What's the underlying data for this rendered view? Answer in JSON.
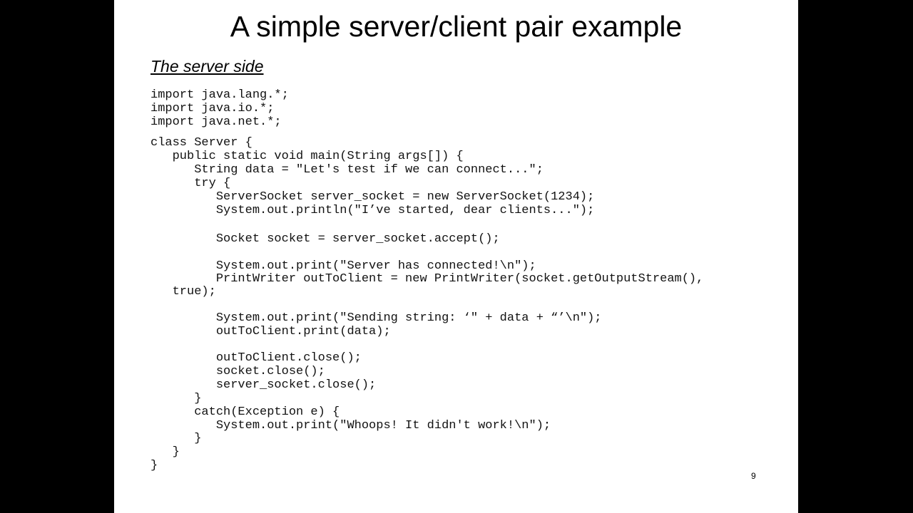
{
  "slide": {
    "title": "A simple server/client pair example",
    "subtitle": "The server side",
    "page_number": "9",
    "code_lines": [
      "import java.lang.*;",
      "import java.io.*;",
      "import java.net.*;",
      "class Server {",
      "   public static void main(String args[]) {",
      "      String data = \"Let's test if we can connect...\";",
      "      try {",
      "         ServerSocket server_socket = new ServerSocket(1234);",
      "         System.out.println(\"I’ve started, dear clients...\");",
      "         Socket socket = server_socket.accept();",
      "         System.out.print(\"Server has connected!\\n\");",
      "         PrintWriter outToClient = new PrintWriter(socket.getOutputStream(),",
      "   true);",
      "         System.out.print(\"Sending string: ‘\" + data + “’\\n\");",
      "         outToClient.print(data);",
      "         outToClient.close();",
      "         socket.close();",
      "         server_socket.close();",
      "      }",
      "      catch(Exception e) {",
      "         System.out.print(\"Whoops! It didn't work!\\n\");",
      "      }",
      "   }",
      "}"
    ]
  }
}
